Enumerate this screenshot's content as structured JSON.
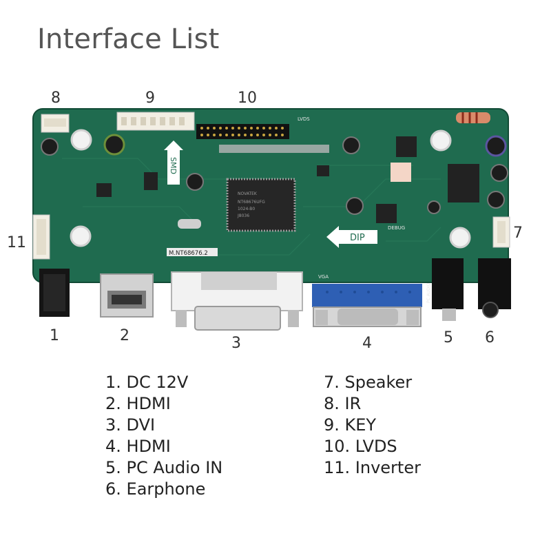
{
  "title": "Interface List",
  "callouts": [
    "1",
    "2",
    "3",
    "4",
    "5",
    "6",
    "7",
    "8",
    "9",
    "10",
    "11"
  ],
  "legend_left": [
    "1. DC 12V",
    "2. HDMI",
    "3. DVI",
    "4. HDMI",
    "5. PC Audio IN",
    "6. Earphone"
  ],
  "legend_right": [
    "7. Speaker",
    "8. IR",
    "9. KEY",
    "10. LVDS",
    "11. Inverter"
  ],
  "board": {
    "model": "M.NT68676.2",
    "smd_label": "SMD",
    "dip_label": "DIP",
    "chip_text": [
      "NOVATEK",
      "NT68676UFG",
      "1024-B0",
      "J8036"
    ],
    "silk_labels": {
      "lvds": "LVDS",
      "vga": "VGA",
      "pc_audio": "PC AUDIO",
      "debug": "DEBUG"
    }
  },
  "colors": {
    "pcb": "#1f6b4f",
    "pcb_dark": "#17573f",
    "vga_blue": "#2e5fb4",
    "text": "#222222"
  }
}
